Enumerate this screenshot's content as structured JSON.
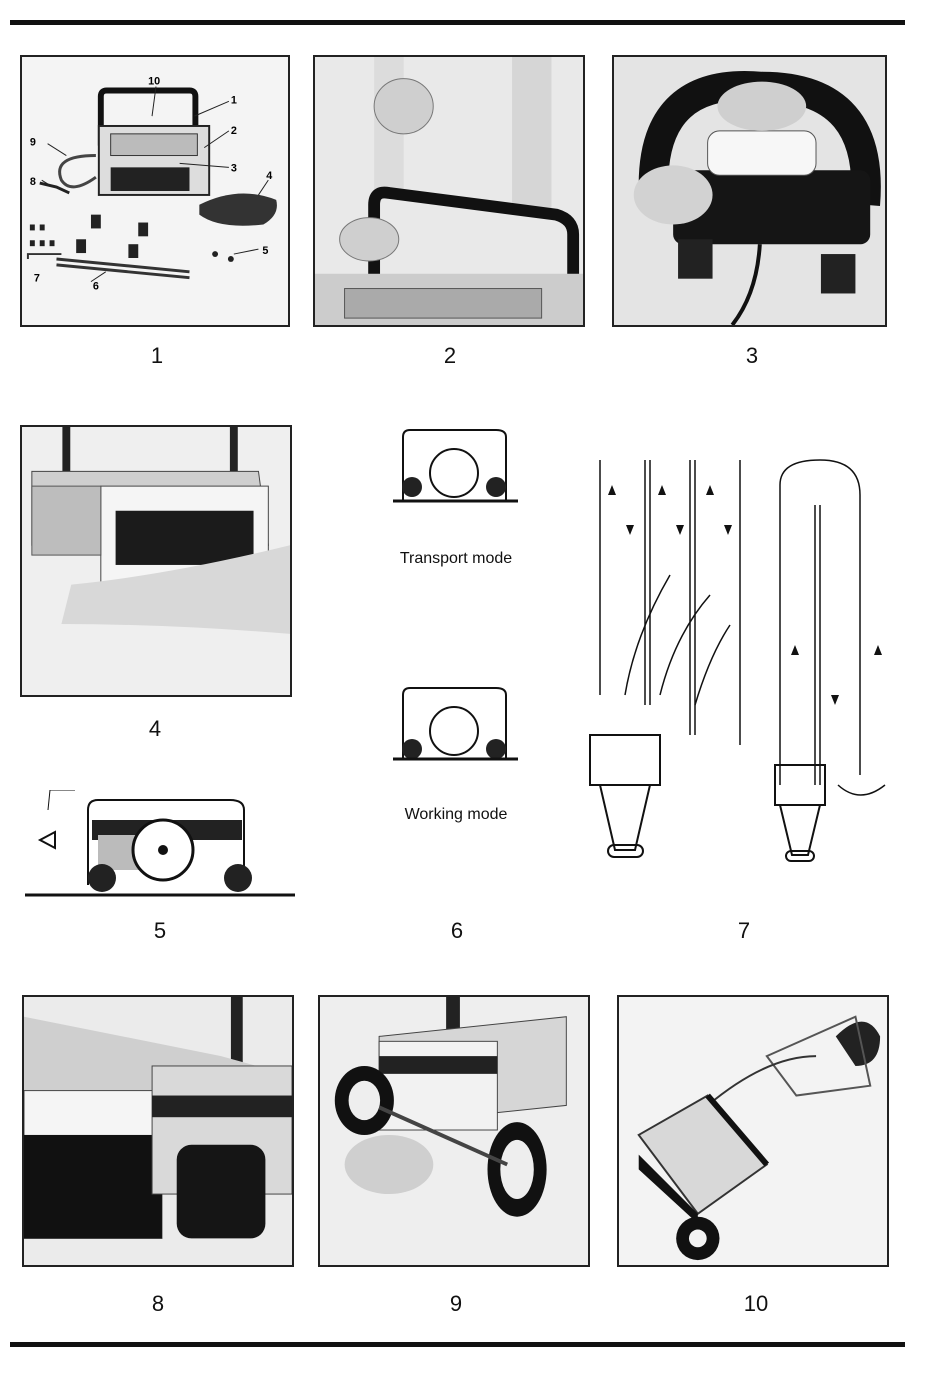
{
  "figures": [
    {
      "number": "1",
      "callouts": [
        "10",
        "1",
        "2",
        "9",
        "3",
        "8",
        "4",
        "5",
        "7",
        "6"
      ]
    },
    {
      "number": "2"
    },
    {
      "number": "3"
    },
    {
      "number": "4"
    },
    {
      "number": "5"
    },
    {
      "number": "6",
      "modes": [
        "Transport mode",
        "Working mode"
      ]
    },
    {
      "number": "7"
    },
    {
      "number": "8"
    },
    {
      "number": "9"
    },
    {
      "number": "10"
    }
  ]
}
